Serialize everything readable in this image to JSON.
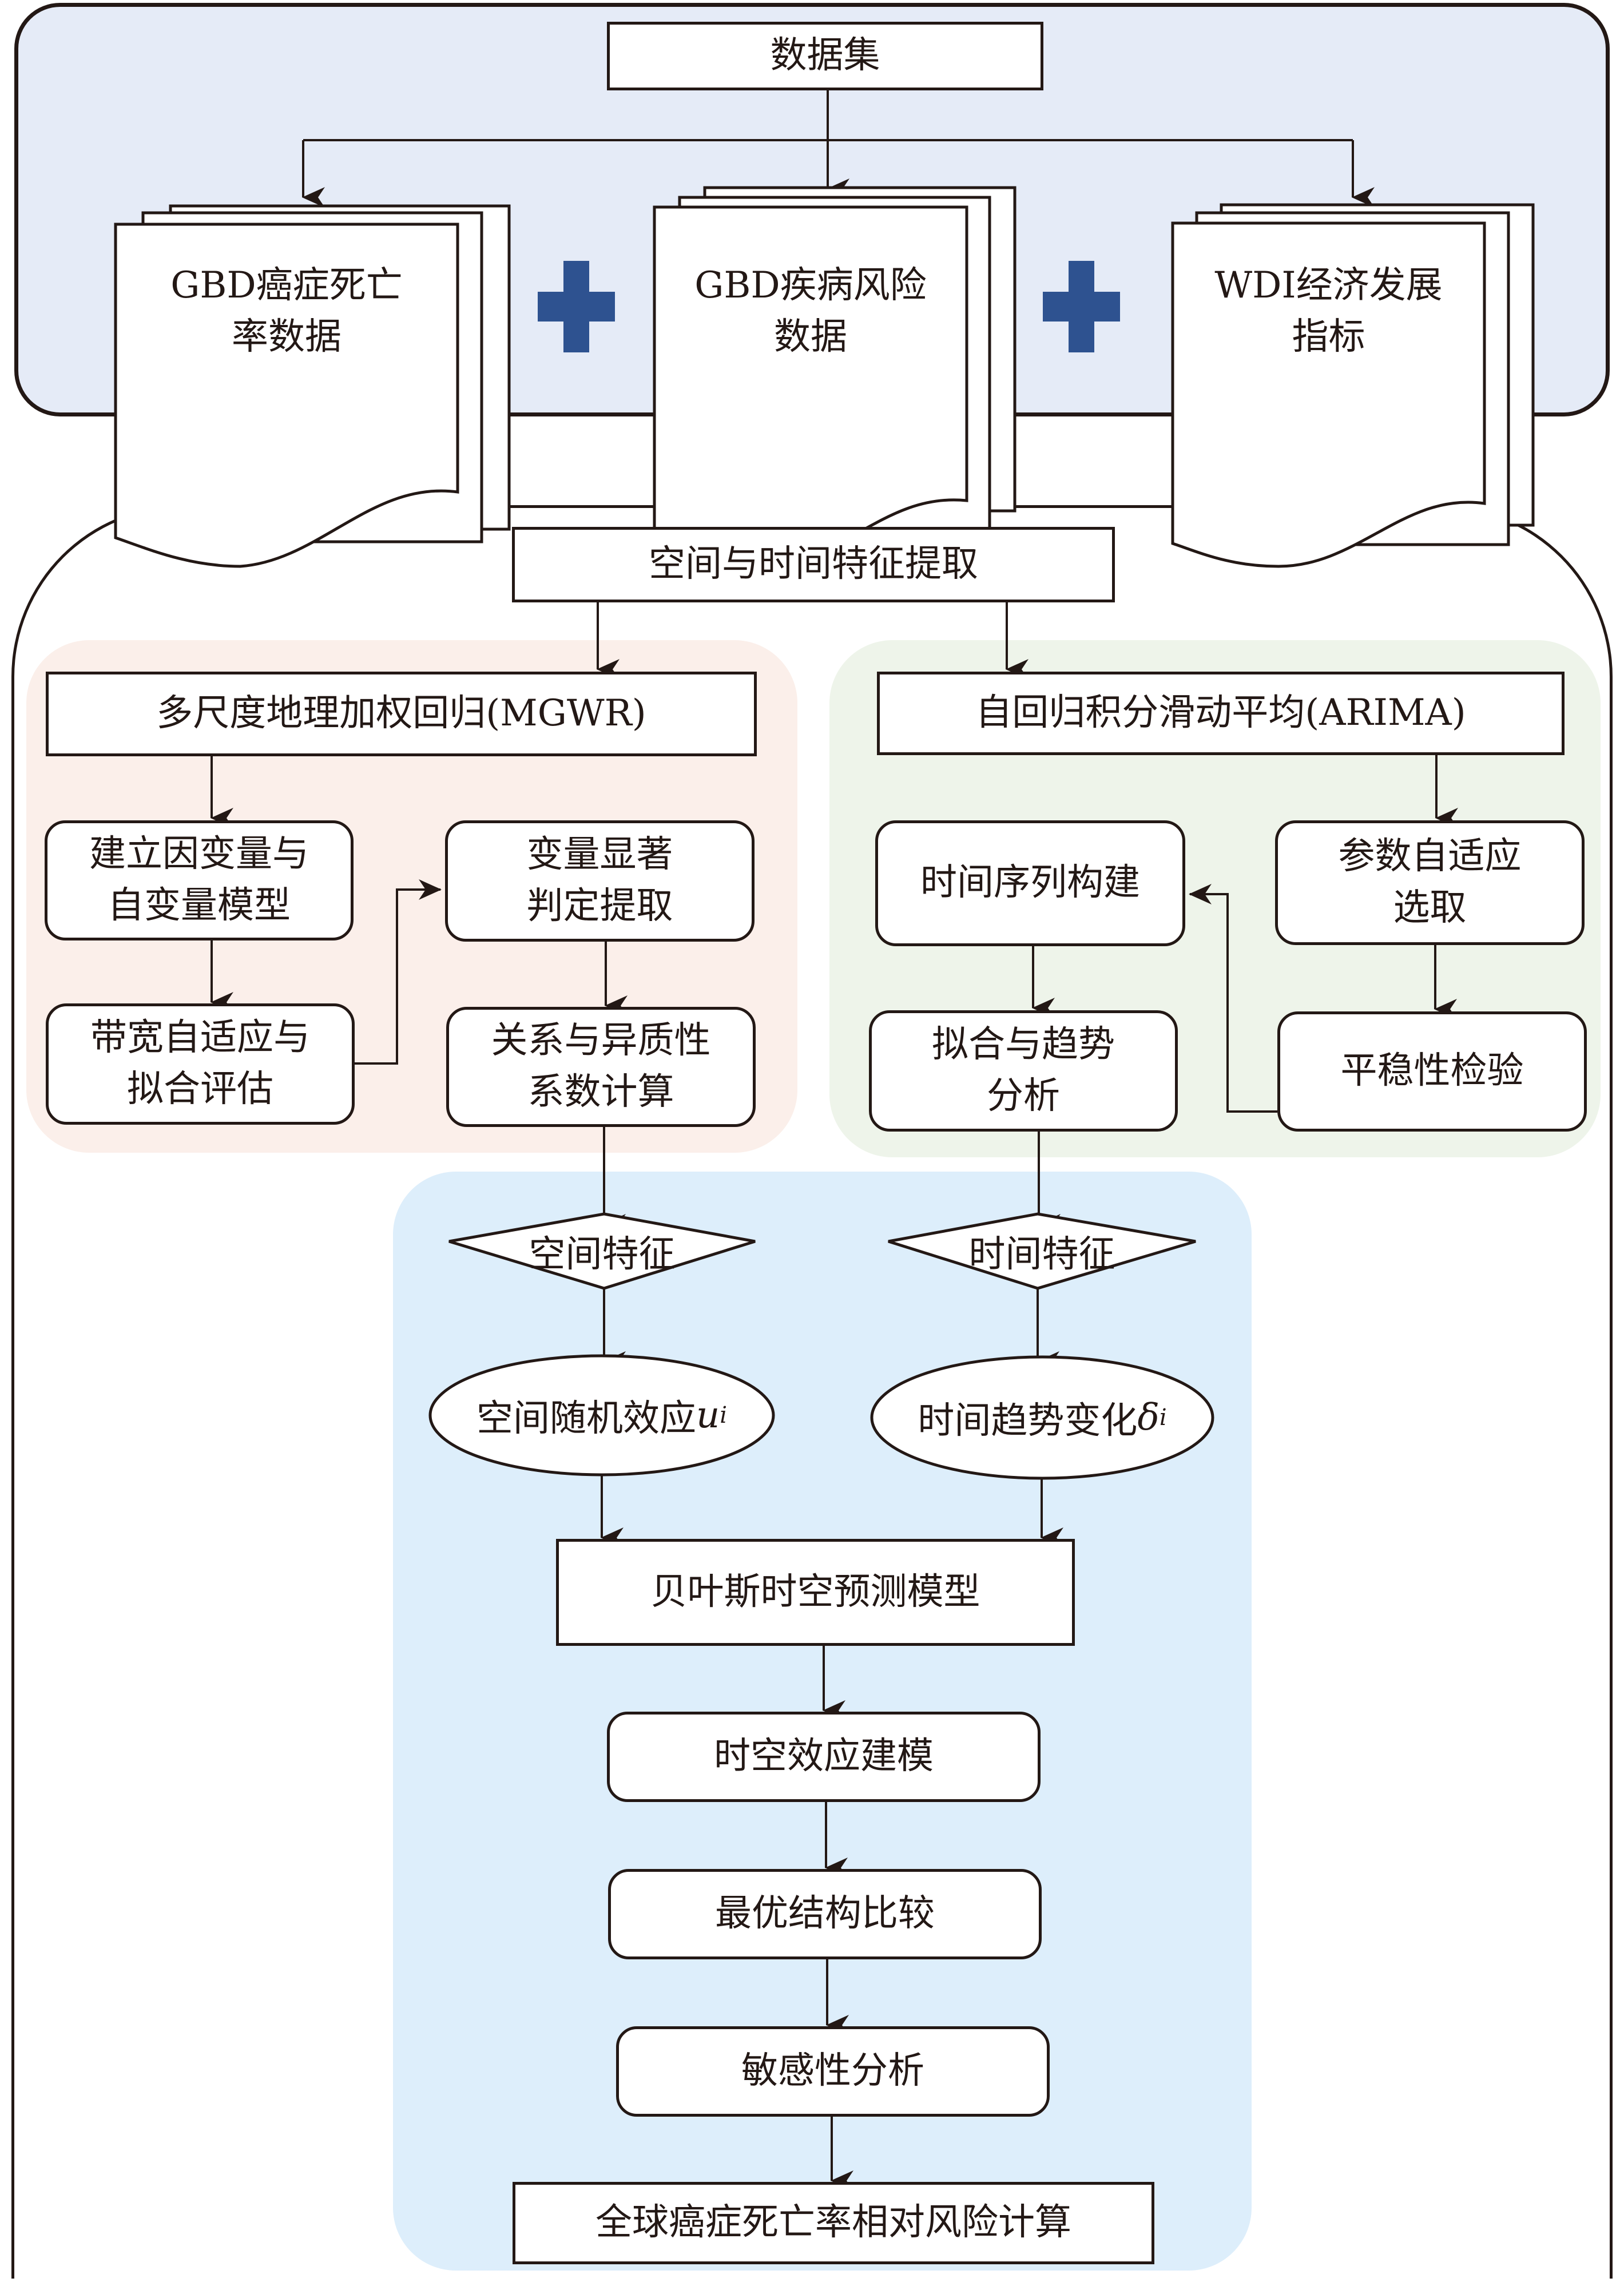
{
  "dataset": {
    "title": "数据集",
    "sources": [
      {
        "line1": "GBD癌症死亡",
        "line2": "率数据"
      },
      {
        "line1": "GBD疾病风险",
        "line2": "数据"
      },
      {
        "line1": "WDI经济发展",
        "line2": "指标"
      }
    ],
    "plus_color": "#2e5290"
  },
  "extraction": {
    "title": "空间与时间特征提取"
  },
  "mgwr": {
    "title": "多尺度地理加权回归(MGWR)",
    "steps": [
      {
        "line1": "建立因变量与",
        "line2": "自变量模型"
      },
      {
        "line1": "带宽自适应与",
        "line2": "拟合评估"
      },
      {
        "line1": "变量显著",
        "line2": "判定提取"
      },
      {
        "line1": "关系与异质性",
        "line2": "系数计算"
      }
    ]
  },
  "arima": {
    "title": "自回归积分滑动平均(ARIMA)",
    "steps": [
      {
        "line1": "时间序列构建",
        "line2": ""
      },
      {
        "line1": "拟合与趋势",
        "line2": "分析"
      },
      {
        "line1": "参数自适应",
        "line2": "选取"
      },
      {
        "line1": "平稳性检验",
        "line2": ""
      }
    ]
  },
  "features": {
    "spatial": "空间特征",
    "temporal": "时间特征",
    "spatial_effect": "空间随机效应",
    "spatial_symbol": "u",
    "spatial_sub": "i",
    "temporal_effect": "时间趋势变化",
    "temporal_symbol": "δ",
    "temporal_sub": "i"
  },
  "bayes": {
    "model": "贝叶斯时空预测模型",
    "steps": [
      "时空效应建模",
      "最优结构比较",
      "敏感性分析"
    ],
    "final": "全球癌症死亡率相对风险计算"
  },
  "colors": {
    "top_panel": "#e5ebf7",
    "mgwr_panel": "#fbefea",
    "arima_panel": "#eef4ea",
    "bayes_panel": "#ddeefb",
    "line": "#231815"
  }
}
